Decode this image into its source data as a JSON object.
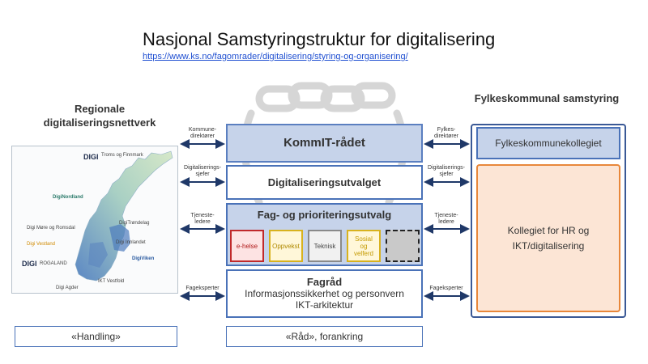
{
  "title": "Nasjonal Samstyringstruktur  for digitalisering",
  "title_link": "https://www.ks.no/fagomrader/digitalisering/styring-og-organisering/",
  "left_heading": {
    "line1": "Regionale",
    "line2": "digitaliseringsnettverk"
  },
  "right_heading": "Fylkeskommunal samstyring",
  "map": {
    "labels": [
      {
        "key": "digi_troms",
        "text": "DIGI"
      },
      {
        "key": "troms_sub",
        "text": "Troms og Finnmark"
      },
      {
        "key": "nordland",
        "text": "DigiNordland"
      },
      {
        "key": "trondelag",
        "text": "DigiTrøndelag"
      },
      {
        "key": "more",
        "text": "Digi Møre og Romsdal"
      },
      {
        "key": "vestland",
        "text": "Digi Vestland"
      },
      {
        "key": "innlandet",
        "text": "Digi Innlandet"
      },
      {
        "key": "digi_rogaland",
        "text": "DIGI"
      },
      {
        "key": "rogaland_sub",
        "text": "ROGALAND"
      },
      {
        "key": "viken",
        "text": "DigiViken"
      },
      {
        "key": "agder",
        "text": "Digi Agder"
      },
      {
        "key": "ivest",
        "text": "IKT Vestfold"
      }
    ]
  },
  "center": {
    "kommit": "KommIT-rådet",
    "digitaliseringsutvalget": "Digitaliseringsutvalget",
    "fag": {
      "title": "Fag- og prioriteringsutvalg",
      "subs": {
        "ehelse": "e-helse",
        "oppvekst": "Oppvekst",
        "teknisk": "Teknisk",
        "sosial_1": "Sosial",
        "sosial_2": "og",
        "sosial_3": "velferd"
      }
    },
    "fagrad": {
      "title": "Fagråd",
      "line1": "Informasjonssikkerhet  og personvern",
      "line2": "IKT-arkitektur"
    }
  },
  "right": {
    "fylkeskommunekollegiet": "Fylkeskommunekollegiet",
    "kollegiet": "Kollegiet for HR og IKT/digitalisering"
  },
  "arrows_left": {
    "a1": {
      "l1": "Kommune-",
      "l2": "direktører"
    },
    "a2": {
      "l1": "Digitaliserings-",
      "l2": "sjefer"
    },
    "a3": {
      "l1": "Tjeneste-",
      "l2": "ledere"
    },
    "a4": {
      "l1": "Fageksperter",
      "l2": ""
    }
  },
  "arrows_right": {
    "a1": {
      "l1": "Fylkes-",
      "l2": "direktører"
    },
    "a2": {
      "l1": "Digitaliserings-",
      "l2": "sjefer"
    },
    "a3": {
      "l1": "Tjeneste-",
      "l2": "ledere"
    },
    "a4": {
      "l1": "Fageksperter",
      "l2": ""
    }
  },
  "bottom": {
    "left": "«Handling»",
    "center": "«Råd», forankring"
  },
  "colors": {
    "navy": "#1f3868",
    "box_blue": "#c6d3ea",
    "border_blue": "#4a72b8",
    "orange": "#e8873a",
    "red": "#c0292b",
    "yellow": "#d8b21e"
  }
}
